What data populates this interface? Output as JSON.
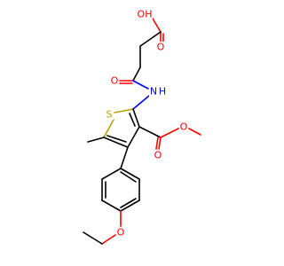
{
  "molecule": {
    "atoms": [
      {
        "id": "c1",
        "element": "C"
      },
      {
        "id": "c2",
        "element": "C"
      },
      {
        "id": "c3",
        "element": "C"
      },
      {
        "id": "o_oh",
        "element": "O",
        "label": "OH"
      },
      {
        "id": "o_acid_co",
        "element": "O",
        "label": "O"
      },
      {
        "id": "c4",
        "element": "C"
      },
      {
        "id": "c5",
        "element": "C"
      },
      {
        "id": "o_amide",
        "element": "O",
        "label": "O"
      },
      {
        "id": "n_h",
        "element": "N",
        "label": "N",
        "sub": "H"
      },
      {
        "id": "c_th2",
        "element": "C"
      },
      {
        "id": "s_th",
        "element": "S",
        "label": "S"
      },
      {
        "id": "c_th5",
        "element": "C"
      },
      {
        "id": "c_th4",
        "element": "C"
      },
      {
        "id": "c_th3",
        "element": "C"
      },
      {
        "id": "c_me",
        "element": "C"
      },
      {
        "id": "c_ester",
        "element": "C"
      },
      {
        "id": "o_ester_co",
        "element": "O",
        "label": "O"
      },
      {
        "id": "o_ester_or",
        "element": "O",
        "label": "O"
      },
      {
        "id": "c_ome",
        "element": "C"
      },
      {
        "id": "ph1",
        "element": "C"
      },
      {
        "id": "ph2",
        "element": "C"
      },
      {
        "id": "ph3",
        "element": "C"
      },
      {
        "id": "ph4",
        "element": "C"
      },
      {
        "id": "ph5",
        "element": "C"
      },
      {
        "id": "ph6",
        "element": "C"
      },
      {
        "id": "o_ether",
        "element": "O",
        "label": "O"
      },
      {
        "id": "c_et1",
        "element": "C"
      },
      {
        "id": "c_et2",
        "element": "C"
      }
    ],
    "colors": {
      "C": "#000000",
      "O": "#ff0000",
      "N": "#0000ff",
      "S": "#b8a000",
      "H": "#0000ff"
    }
  }
}
